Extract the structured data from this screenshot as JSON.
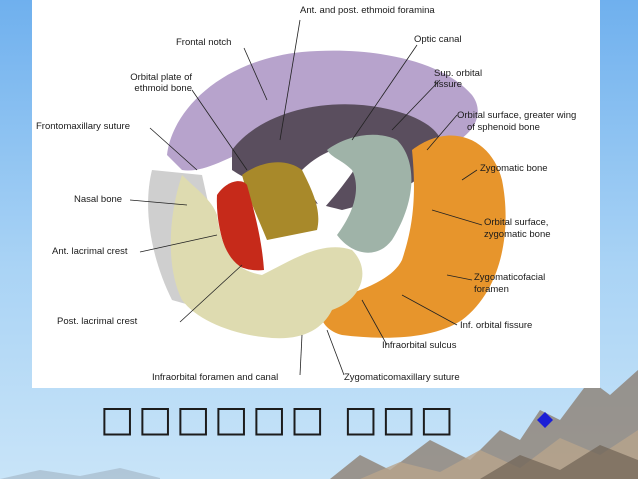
{
  "slide": {
    "title": "□□□□□□ □□□",
    "bullet_icon": "blue-diamond-icon",
    "bullet_color": "#1b1fd6"
  },
  "figure": {
    "labels": {
      "ant_post_ethmoid": "Ant. and post. ethmoid foramina",
      "frontal_notch": "Frontal notch",
      "optic_canal": "Optic canal",
      "orbital_plate_1": "Orbital plate of",
      "orbital_plate_2": "ethmoid bone",
      "sup_orbital_1": "Sup. orbital",
      "sup_orbital_2": "fissure",
      "frontomaxillary": "Frontomaxillary suture",
      "orbital_greater_1": "Orbital surface, greater wing",
      "orbital_greater_2": "of sphenoid bone",
      "zygomatic_bone": "Zygomatic bone",
      "nasal_bone": "Nasal bone",
      "orbital_zyg_1": "Orbital surface,",
      "orbital_zyg_2": "zygomatic bone",
      "ant_lacrimal": "Ant. lacrimal crest",
      "zygomaticofacial_1": "Zygomaticofacial",
      "zygomaticofacial_2": "foramen",
      "post_lacrimal": "Post. lacrimal crest",
      "inf_orbital_fissure": "Inf. orbital fissure",
      "infraorbital_sulcus": "Infraorbital sulcus",
      "infraorbital_foramen": "Infraorbital foramen and canal",
      "zygomaticomaxillary": "Zygomaticomaxillary suture"
    },
    "colors": {
      "frontal": "#b7a3cc",
      "ethmoid": "#a8892a",
      "lacrimal": "#c62a1a",
      "sphenoid_lesser": "#9fb3a8",
      "sphenoid_greater": "#e2892a",
      "zygomatic": "#e7952c",
      "maxilla": "#dedbb0",
      "nasal": "#d2d2d2"
    }
  }
}
